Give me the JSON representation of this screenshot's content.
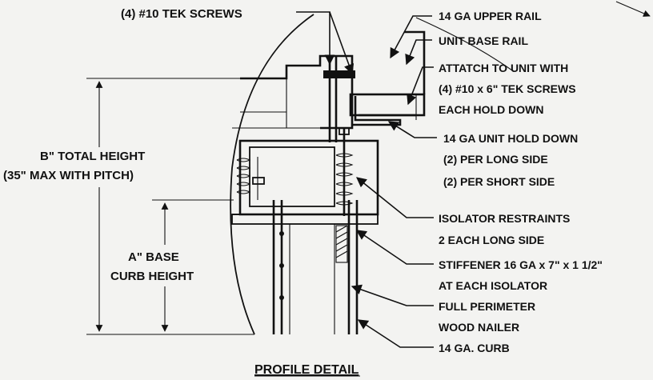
{
  "labels": {
    "tek_screws": "(4) #10 TEK SCREWS",
    "upper_rail": "14 GA UPPER RAIL",
    "unit_base_rail": "UNIT BASE RAIL",
    "attach_line1": "ATTATCH TO UNIT WITH",
    "attach_line2": "(4) #10 x 6\" TEK SCREWS",
    "attach_line3": "EACH HOLD DOWN",
    "hold_down_line1": "14 GA UNIT HOLD DOWN",
    "hold_down_line2": "(2) PER LONG SIDE",
    "hold_down_line3": "(2) PER SHORT SIDE",
    "total_height_line1": "B\" TOTAL HEIGHT",
    "total_height_line2": "(35\" MAX WITH PITCH)",
    "base_height_line1": "A\" BASE",
    "base_height_line2": "CURB HEIGHT",
    "restraints_line1": "ISOLATOR RESTRAINTS",
    "restraints_line2": "2 EACH LONG SIDE",
    "stiffener_line1": "STIFFENER 16 GA x 7\" x 1 1/2\"",
    "stiffener_line2": "AT EACH ISOLATOR",
    "nailer_line1": "FULL PERIMETER",
    "nailer_line2": "WOOD NAILER",
    "curb": "14 GA. CURB",
    "title": "PROFILE DETAIL"
  },
  "colors": {
    "ink": "#111111",
    "paper": "#f3f3f1"
  }
}
